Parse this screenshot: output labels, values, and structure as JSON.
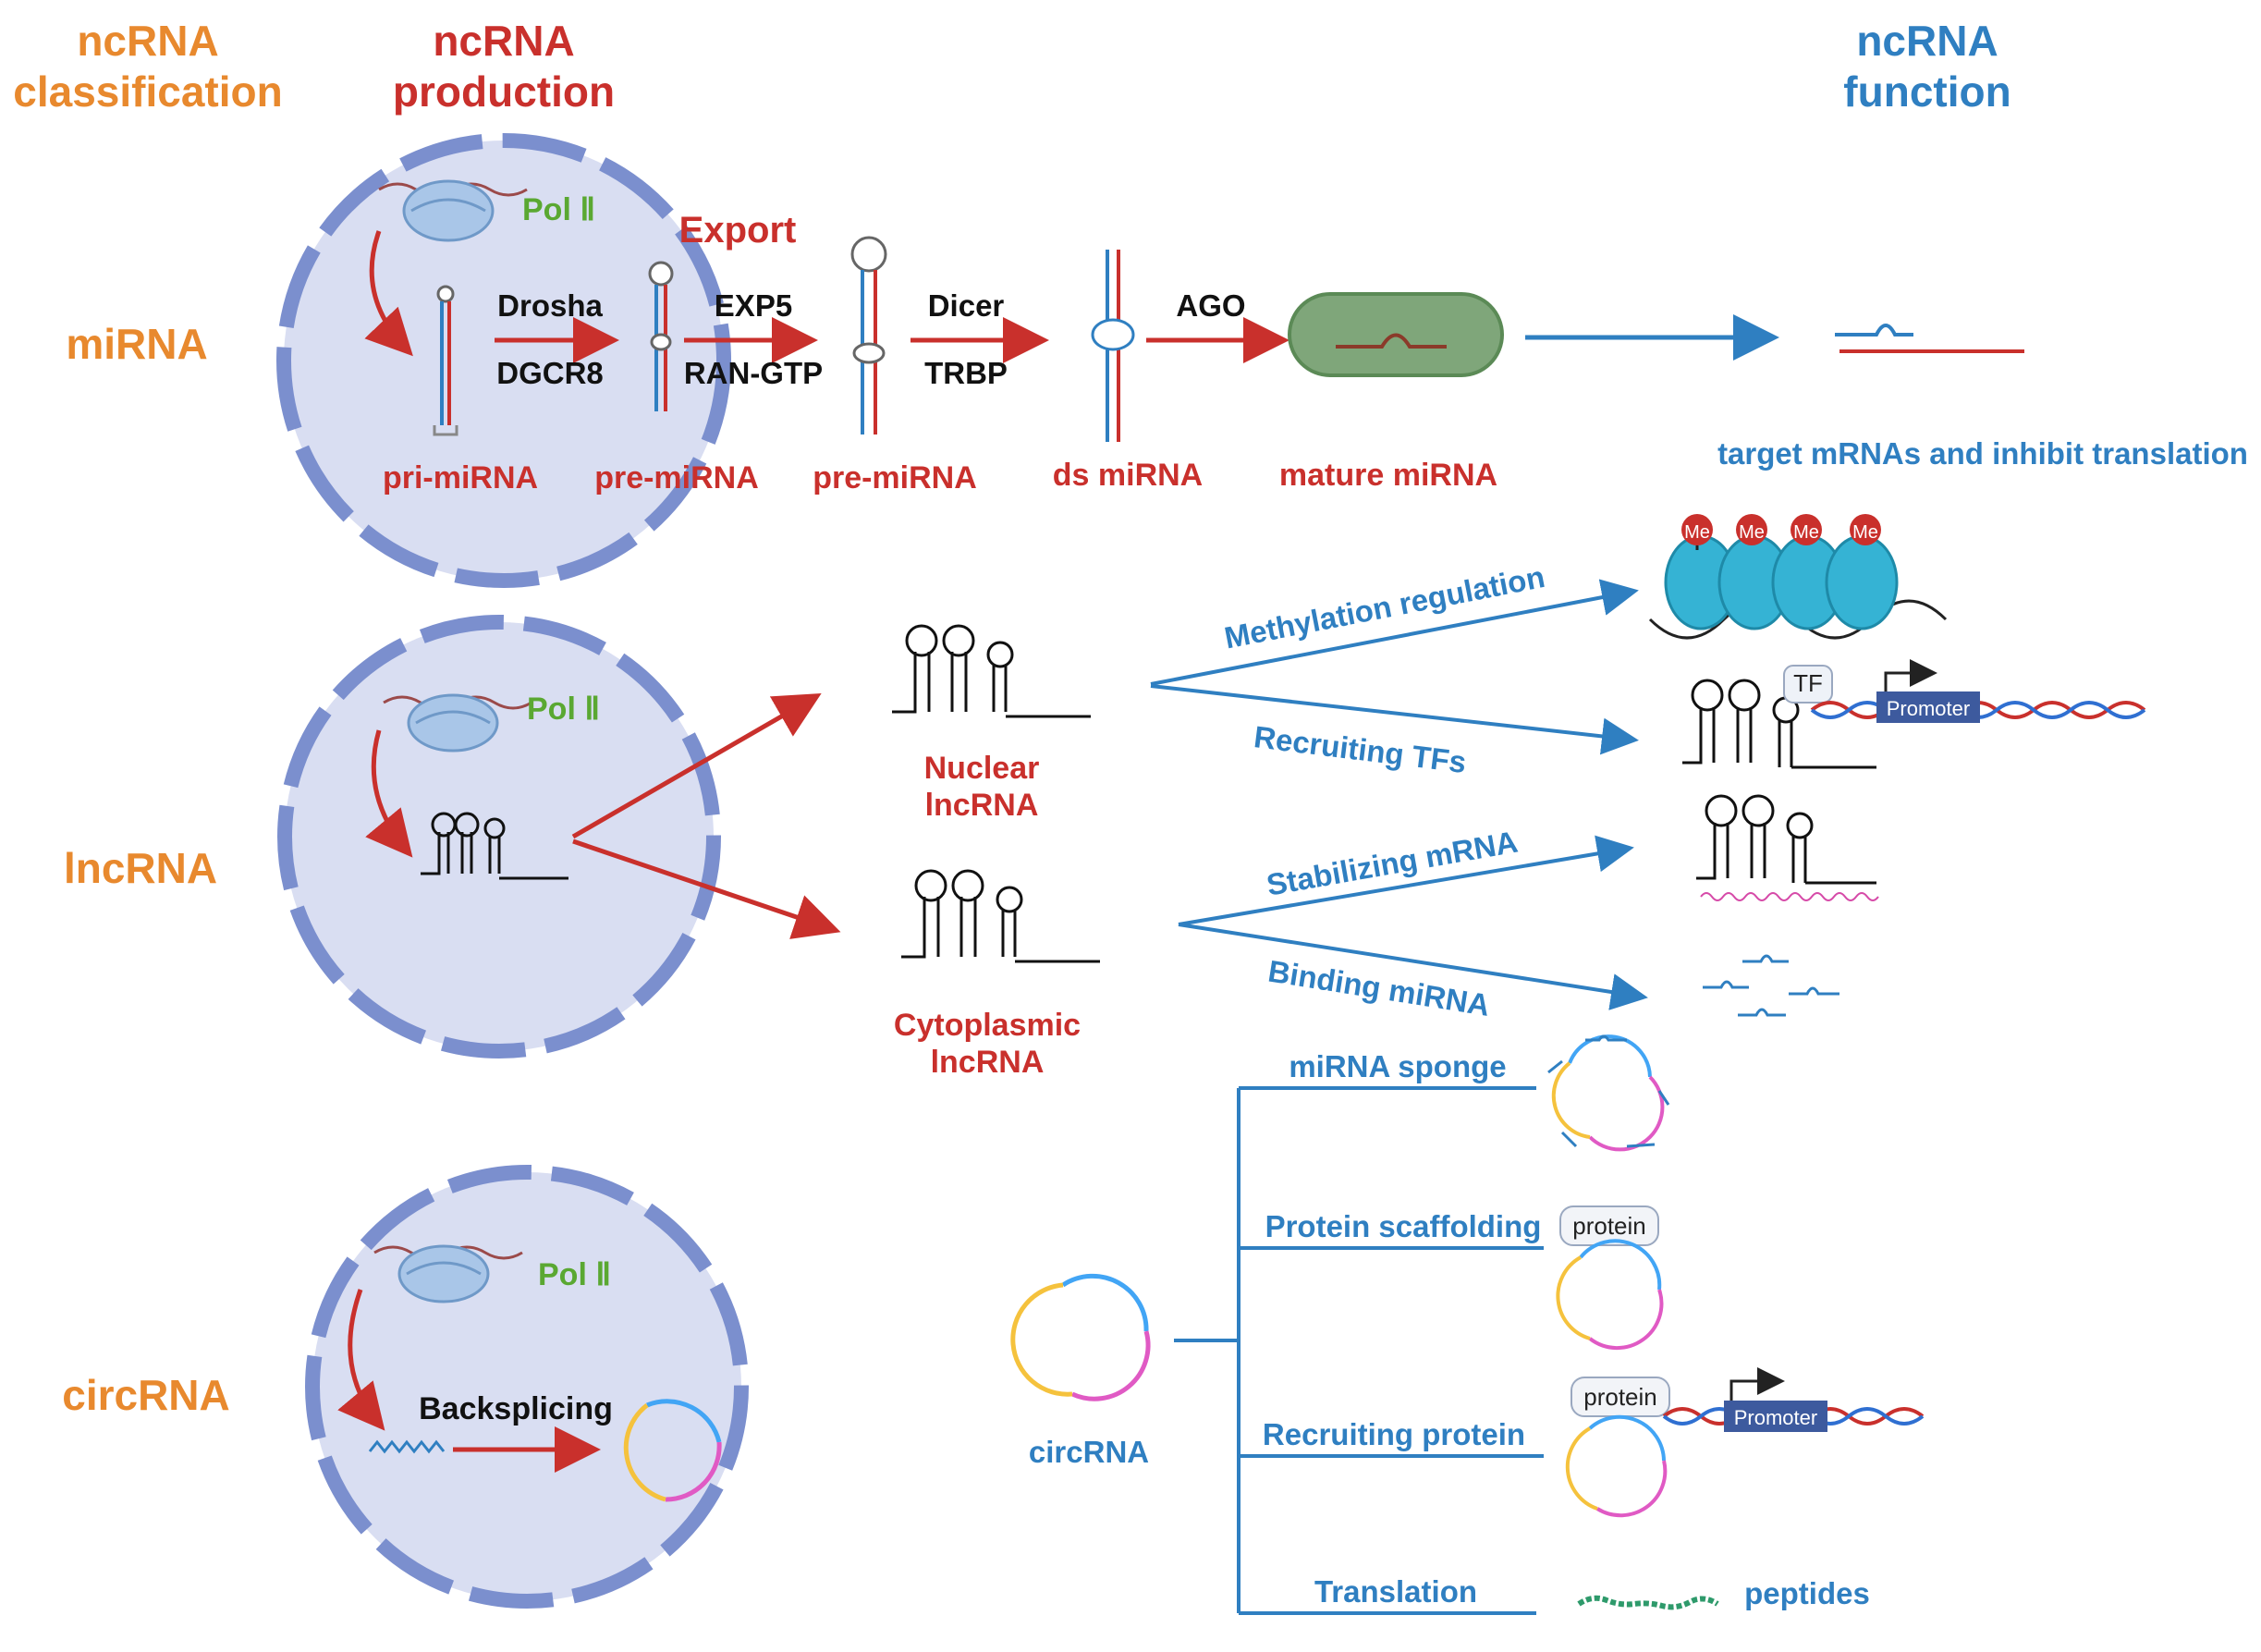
{
  "headers": {
    "classification": [
      "ncRNA",
      "classification"
    ],
    "production": [
      "ncRNA",
      "production"
    ],
    "function": [
      "ncRNA",
      "function"
    ]
  },
  "classes": {
    "mirna": "miRNA",
    "lncrna": "lncRNA",
    "circrna": "circRNA"
  },
  "polymerase": "Pol Ⅱ",
  "mirna_pathway": {
    "export": "Export",
    "drosha": "Drosha",
    "dgcr8": "DGCR8",
    "exp5": "EXP5",
    "ran_gtp": "RAN-GTP",
    "dicer": "Dicer",
    "trbp": "TRBP",
    "ago": "AGO",
    "pri_mirna": "pri-miRNA",
    "pre_mirna_nuclear": "pre-miRNA",
    "pre_mirna_cyto": "pre-miRNA",
    "ds_mirna": "ds miRNA",
    "mature_mirna": "mature miRNA",
    "function": "target mRNAs and inhibit translation"
  },
  "lncrna_pathway": {
    "nuclear": [
      "Nuclear",
      "lncRNA"
    ],
    "cytoplasmic": [
      "Cytoplasmic",
      "lncRNA"
    ],
    "methylation": "Methylation regulation",
    "recruiting_tfs": "Recruiting TFs",
    "stabilizing": "Stabilizing mRNA",
    "binding": "Binding miRNA",
    "me": "Me",
    "tf": "TF",
    "promoter": "Promoter"
  },
  "circrna_pathway": {
    "backsplicing": "Backsplicing",
    "circrna_label": "circRNA",
    "sponge": "miRNA sponge",
    "scaffolding": "Protein scaffolding",
    "recruiting_protein": "Recruiting protein",
    "translation": "Translation",
    "protein": "protein",
    "promoter": "Promoter",
    "peptides": "peptides"
  },
  "colors": {
    "classification": "#e8892e",
    "production": "#c9302c",
    "function": "#2f7fc1",
    "polymerase": "#5aa832",
    "nucleus_fill": "#d9def2",
    "nucleus_border": "#7b8fce"
  }
}
